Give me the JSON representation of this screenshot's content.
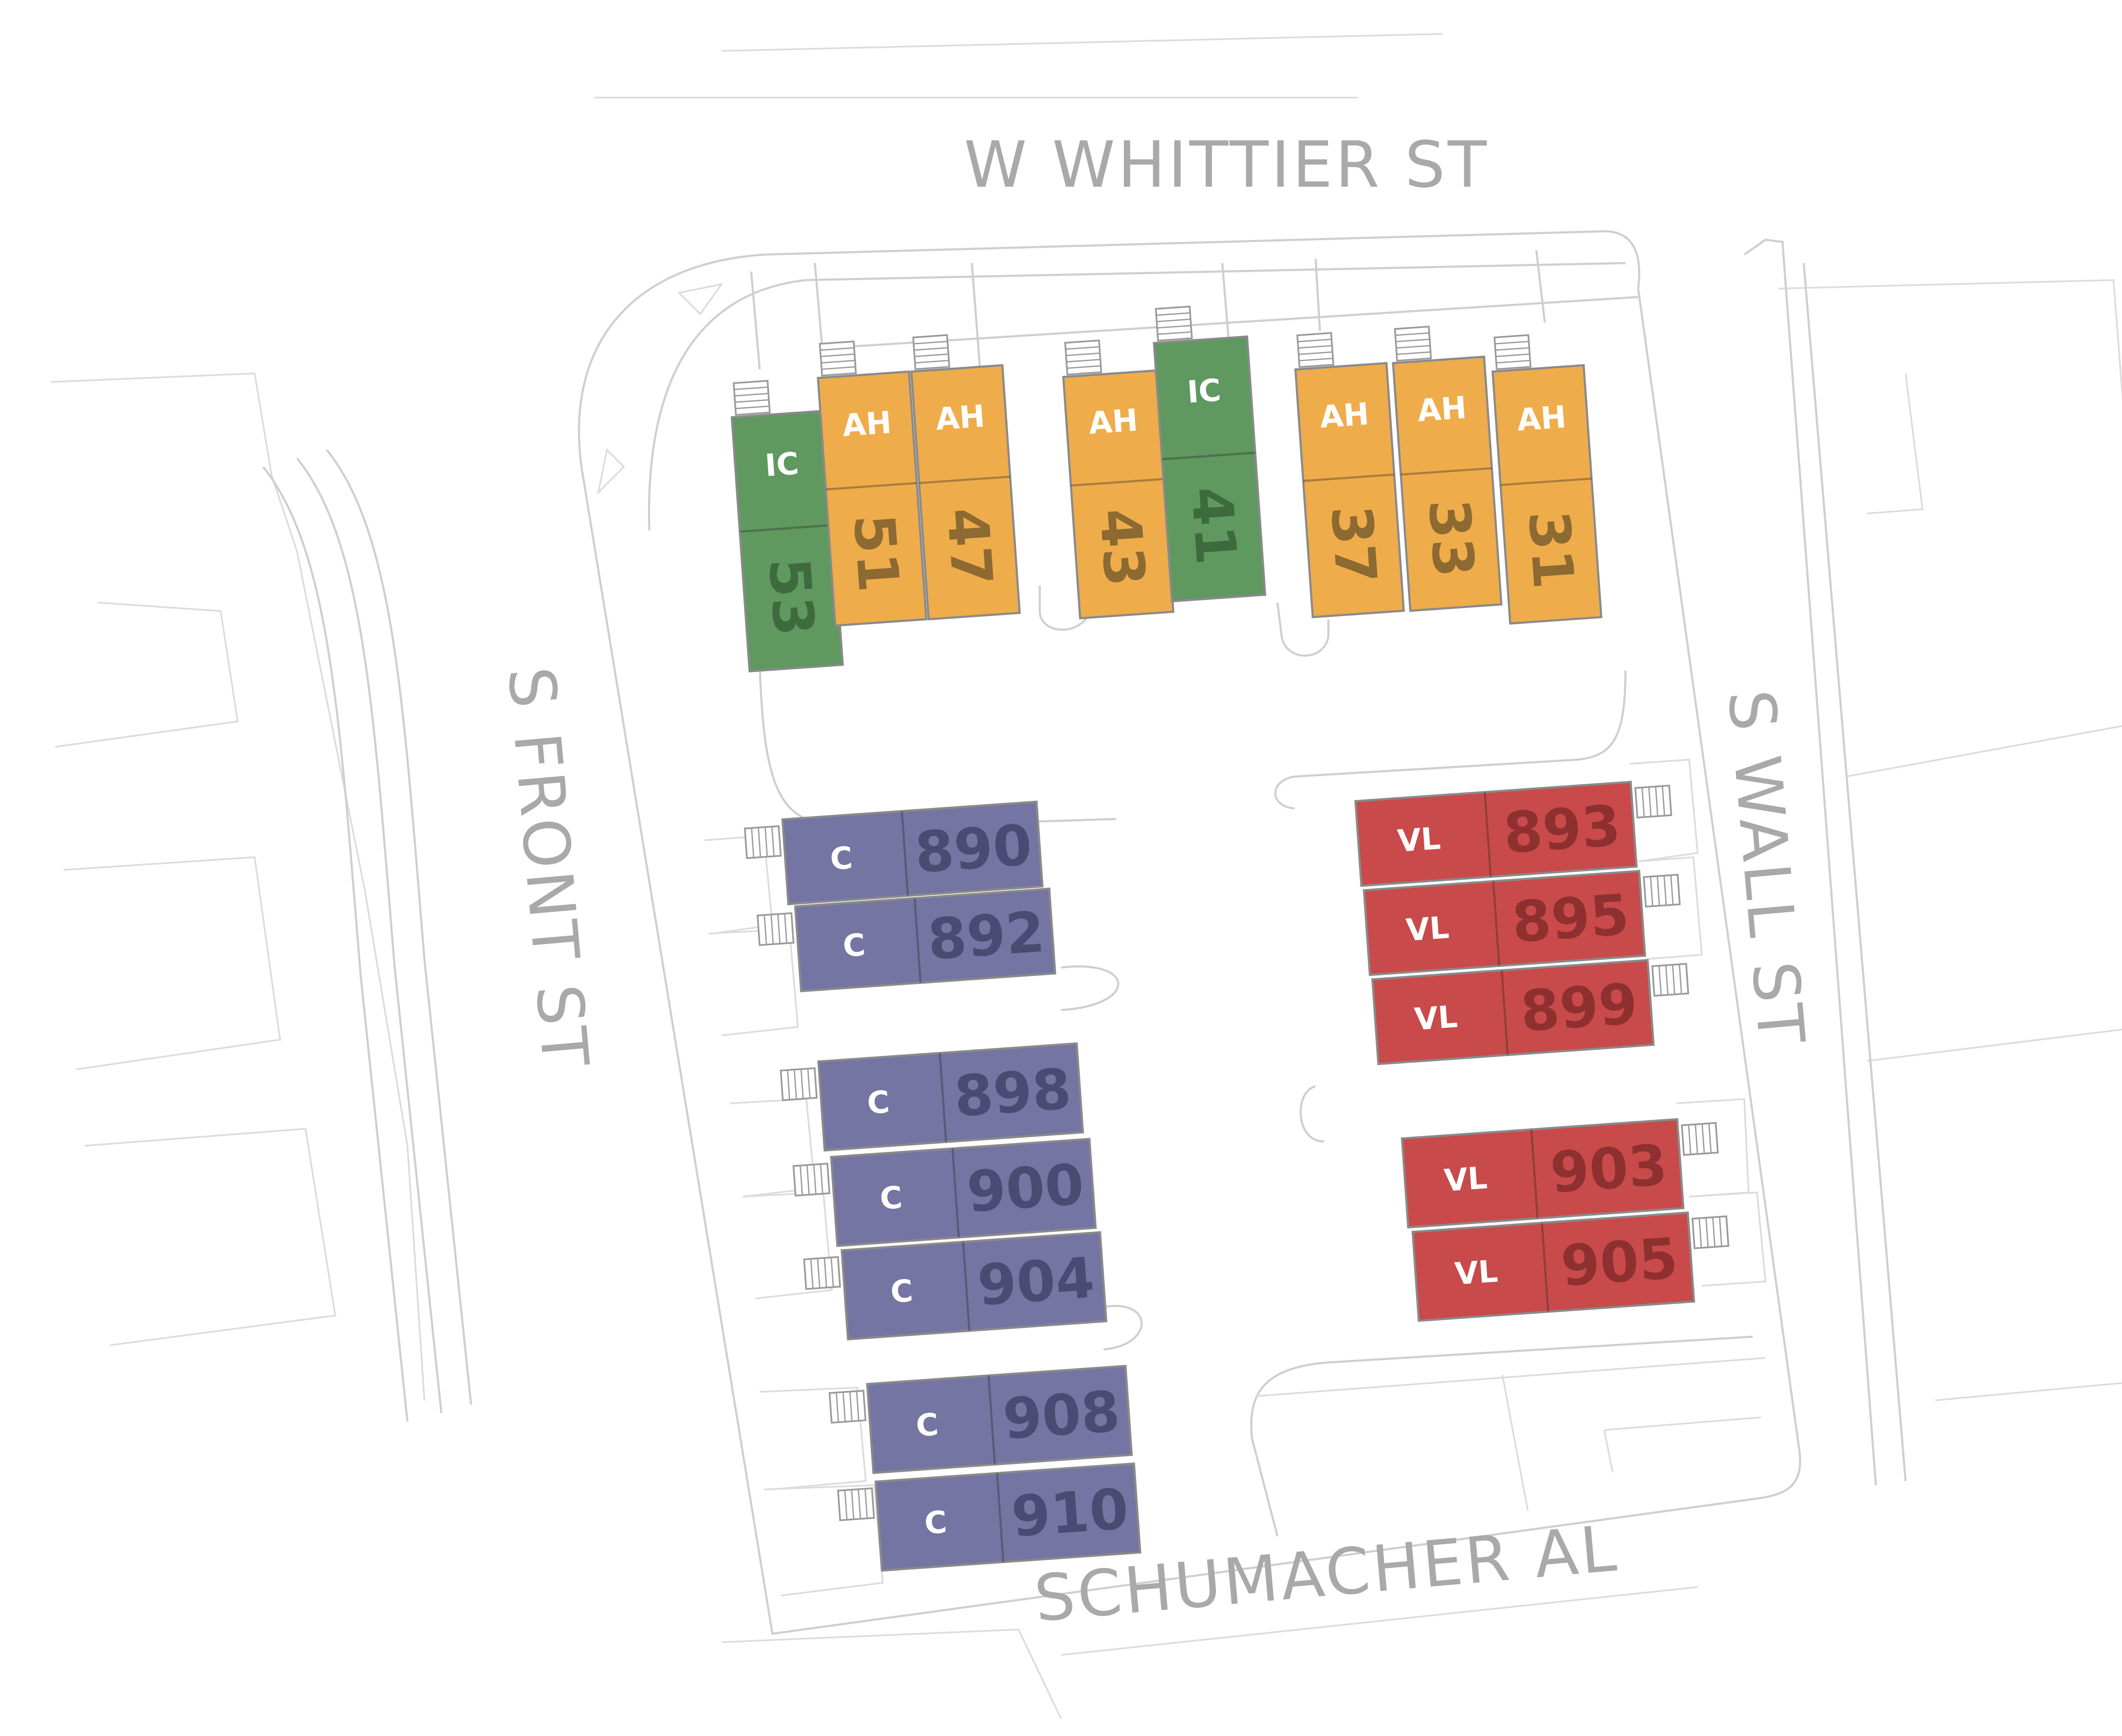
{
  "colors": {
    "background": "#ffffff",
    "plan_line": "#cfcfcf",
    "street_label": "#a9a9a9",
    "unit_type_label": "#ffffff",
    "IC": "#5f9960",
    "AH": "#efac4b",
    "C": "#7575a3",
    "VL": "#c94a4a"
  },
  "number_colors": {
    "IC": "#3d6b3e",
    "AH": "#8c6a32",
    "C": "#4a4a72",
    "VL": "#8f3030"
  },
  "streets": {
    "north": "W WHITTIER ST",
    "west": "S FRONT ST",
    "east": "S WALL ST",
    "south": "SCHUMACHER AL"
  },
  "units": [
    {
      "type": "IC",
      "number": "53"
    },
    {
      "type": "AH",
      "number": "51"
    },
    {
      "type": "AH",
      "number": "47"
    },
    {
      "type": "AH",
      "number": "43"
    },
    {
      "type": "IC",
      "number": "41"
    },
    {
      "type": "AH",
      "number": "37"
    },
    {
      "type": "AH",
      "number": "33"
    },
    {
      "type": "AH",
      "number": "31"
    },
    {
      "type": "C",
      "number": "890"
    },
    {
      "type": "C",
      "number": "892"
    },
    {
      "type": "C",
      "number": "898"
    },
    {
      "type": "C",
      "number": "900"
    },
    {
      "type": "C",
      "number": "904"
    },
    {
      "type": "C",
      "number": "908"
    },
    {
      "type": "C",
      "number": "910"
    },
    {
      "type": "VL",
      "number": "893"
    },
    {
      "type": "VL",
      "number": "895"
    },
    {
      "type": "VL",
      "number": "899"
    },
    {
      "type": "VL",
      "number": "903"
    },
    {
      "type": "VL",
      "number": "905"
    }
  ]
}
